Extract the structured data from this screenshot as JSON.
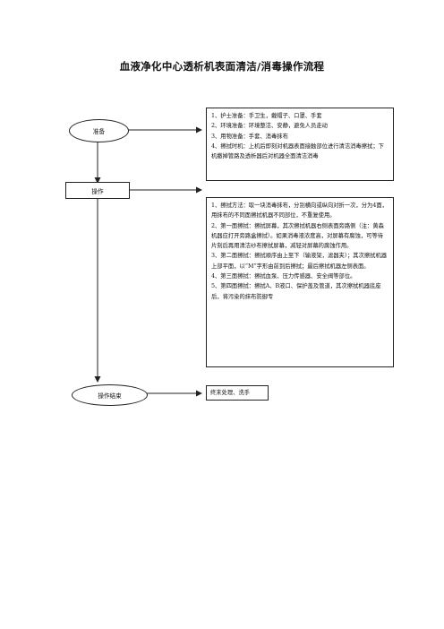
{
  "title": "血液净化中心透析机表面清洁/消毒操作流程",
  "steps": [
    {
      "label": "准备"
    },
    {
      "label": "操作"
    },
    {
      "label": "操作结束"
    }
  ],
  "boxes": [
    {
      "lines": [
        "1、护士准备：手卫生，戴帽子、口罩、手套",
        "2、环境准备：环境整洁、安静，避免人员走动",
        "3、用物准备：手套、消毒抹布",
        "4、擦拭时机：上机后即刻对机器表面接触部位进行清洁消毒擦拭；下机撤掉管路及透析器后对机器全面清洁消毒"
      ]
    },
    {
      "lines": [
        "1、擦拭方法：取一块消毒抹布，分别横向或纵向对折一次，分为4面，用抹布的不同面擦拭机器不同部位，不重复使用。",
        "2、第一面擦拭：擦拭屏幕，其次擦拭机器右侧表面旁路侧（注：黄森机器应打开旁路盒擦拭）。如果消毒液浓度高，对屏幕有腐蚀，可等待片刻后再用清洁纱布擦拭屏幕，减轻对屏幕的腐蚀作用。",
        "3、第二面擦拭：擦拭顺序由上至下（输液架，滤器夹）；其次擦拭机器上部平面，以“M”字形由前到后擦拭；最后擦拭机器左侧表面。",
        "4、第三面擦拭：擦拭血泵、压力传感器、安全阀等部位。",
        "5、第四面擦拭：擦拭A、B液口、保护盖及管道，其次擦拭机器底座后，将污染的抹布防御专"
      ]
    },
    {
      "lines": [
        "终末处理、洗手"
      ]
    }
  ]
}
